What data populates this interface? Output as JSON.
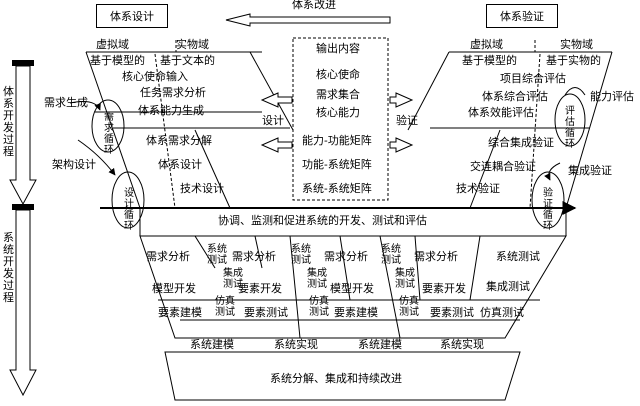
{
  "top": {
    "design_box": "体系设计",
    "verify_box": "体系验证",
    "improve_label": "体系改进"
  },
  "left_side": {
    "virtual": "虚拟域",
    "physical": "实物域",
    "col1": "基于模型的",
    "col2": "基于文本的",
    "item1": "核心使命输入",
    "item2": "任务需求分析",
    "item3": "体系能力生成",
    "item4": "体系需求分解",
    "item5": "体系设计",
    "item6": "技术设计",
    "req_gen": "需求生成",
    "arch_design": "架构设计",
    "req_loop": "需求循环",
    "design_loop": "设计循环"
  },
  "middle": {
    "output_title": "输出内容",
    "outputs": [
      "核心使命",
      "需求集合",
      "核心能力",
      "能力-功能矩阵",
      "功能-系统矩阵",
      "系统-系统矩阵"
    ],
    "design_arrow": "设计",
    "verify_arrow": "验证"
  },
  "right_side": {
    "virtual": "虚拟域",
    "physical": "实物域",
    "col1": "基于模型的",
    "col2": "基于实物的",
    "item1": "项目综合评估",
    "item2": "体系综合评估",
    "item3": "体系效能评估",
    "item4": "综合集成验证",
    "item5": "交连耦合验证",
    "item6": "技术验证",
    "ability_eval": "能力评估",
    "integ_verify": "集成验证",
    "eval_loop": "评估循环",
    "verify_loop": "验证循环"
  },
  "bar": "协调、监测和促进系统的开发、测试和评估",
  "left_axis": {
    "upper": "体系开发过程",
    "lower": "系统开发过程"
  },
  "lower": {
    "req_analysis": "需求分析",
    "model_dev": "模型开发",
    "element_model": "要素建模",
    "sys_test": "系统测试",
    "integ_test": "集成测试",
    "element_dev": "要素开发",
    "sim_test": "仿真测试",
    "element_test": "要素测试",
    "sys_test_v": "系统测试",
    "integ_test_v": "集成测试",
    "sim_test_v": "仿真测试",
    "sys_model": "系统建模",
    "sys_impl": "系统实现",
    "bottom": "系统分解、集成和持续改进"
  }
}
